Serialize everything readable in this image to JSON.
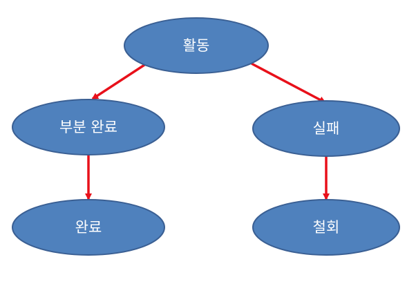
{
  "diagram": {
    "colors": {
      "node_fill": "#4f81bd",
      "node_stroke": "#3a5f93",
      "arrow": "#e8101a",
      "label": "#ffffff"
    },
    "nodes": [
      {
        "id": "activity",
        "label": "활동"
      },
      {
        "id": "partial",
        "label": "부분 완료"
      },
      {
        "id": "failure",
        "label": "실패"
      },
      {
        "id": "complete",
        "label": "완료"
      },
      {
        "id": "withdrawal",
        "label": "철회"
      }
    ],
    "edges": [
      {
        "from": "activity",
        "to": "partial"
      },
      {
        "from": "activity",
        "to": "failure"
      },
      {
        "from": "partial",
        "to": "complete"
      },
      {
        "from": "failure",
        "to": "withdrawal"
      }
    ]
  }
}
